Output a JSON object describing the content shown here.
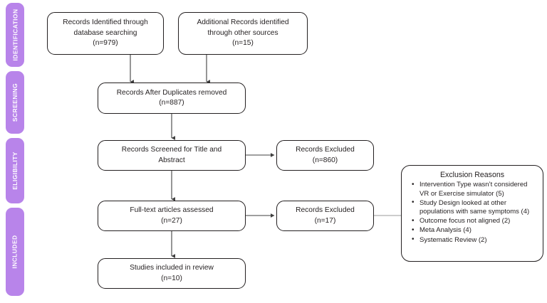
{
  "diagram": {
    "title": "PRISMA flow diagram",
    "accent_color": "#b884ea",
    "line_color": "#3f3f3f",
    "box_border_color": "#231f20",
    "background": "#ffffff"
  },
  "stages": [
    {
      "id": "identification",
      "label": "IDENTIFICATION"
    },
    {
      "id": "screening",
      "label": "SCREENING"
    },
    {
      "id": "eligibility",
      "label": "ELIGIBILITY"
    },
    {
      "id": "included",
      "label": "INCLUDED"
    }
  ],
  "nodes": {
    "records_identified": {
      "text": "Records Identified through\ndatabase  searching\n(n=979)",
      "count": 979
    },
    "additional_records": {
      "text": "Additional  Records identified\nthrough other sources\n(n=15)",
      "count": 15
    },
    "duplicates_removed": {
      "text": "Records After Duplicates  removed\n(n=887)",
      "count": 887
    },
    "screened_title_abstract": {
      "text": "Records Screened for Title and\nAbstract",
      "count": null
    },
    "excluded_screening": {
      "text": "Records Excluded\n(n=860)",
      "count": 860
    },
    "fulltext_assessed": {
      "text": "Full-text articles assessed\n(n=27)",
      "count": 27
    },
    "excluded_eligibility": {
      "text": "Records Excluded\n(n=17)",
      "count": 17
    },
    "studies_included": {
      "text": "Studies  included in review\n(n=10)",
      "count": 10
    }
  },
  "exclusion_reasons": {
    "title": "Exclusion Reasons",
    "items": [
      "Intervention Type wasn’t considered VR or Exercise simulator (5)",
      "Study Design looked at other populations with same symptoms (4)",
      "Outcome focus not aligned (2)",
      "Meta Analysis (4)",
      "Systematic Review (2)"
    ]
  }
}
